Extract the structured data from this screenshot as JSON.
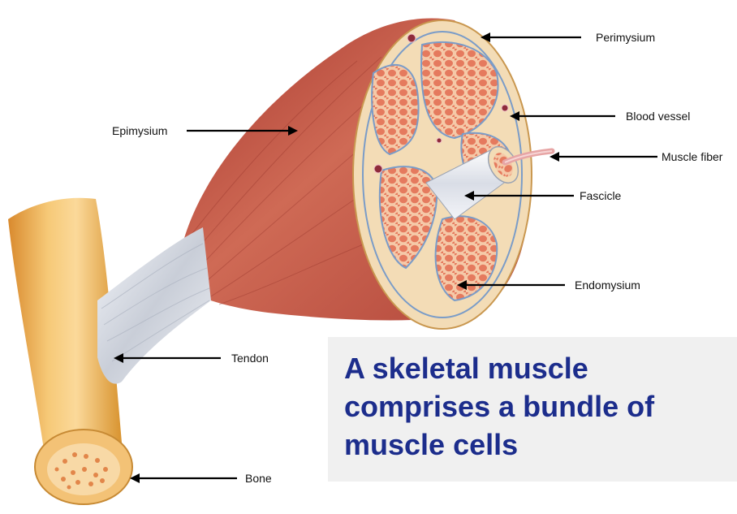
{
  "labels": {
    "perimysium": "Perimysium",
    "blood_vessel": "Blood vessel",
    "muscle_fiber": "Muscle fiber",
    "fascicle": "Fascicle",
    "endomysium": "Endomysium",
    "epimysium": "Epimysium",
    "tendon": "Tendon",
    "bone": "Bone"
  },
  "caption": "A skeletal muscle comprises a bundle of muscle cells",
  "colors": {
    "caption_text": "#1c2d8c",
    "caption_bg": "#f0f0f0",
    "muscle": "#c0584a",
    "fascicle_fill": "#e8826a",
    "connective_tissue": "#f3dcb6",
    "membrane": "#7a9cc8",
    "tendon": "#dfe3ea",
    "bone": "#f0b457"
  }
}
